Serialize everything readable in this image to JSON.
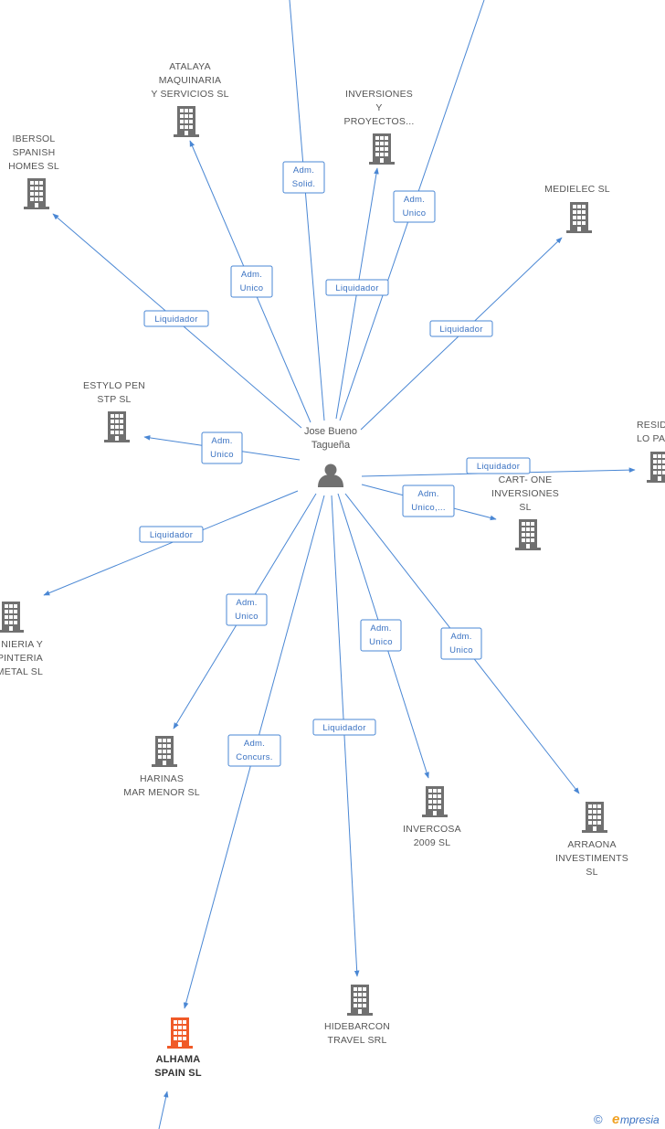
{
  "person": {
    "id": "center",
    "name_lines": [
      "Jose Bueno",
      "Tagueña"
    ],
    "x": 0,
    "y": 0
  },
  "colors": {
    "edge": "#4a87d4",
    "node": "#707070",
    "highlight": "#f05a28",
    "person": "#707070"
  },
  "nodes": [
    {
      "id": "atalaya",
      "label": [
        "ATALAYA",
        "MAQUINARIA",
        "Y SERVICIOS SL"
      ],
      "highlight": false
    },
    {
      "id": "inversiones",
      "label": [
        "INVERSIONES",
        "Y",
        "PROYECTOS..."
      ],
      "highlight": false
    },
    {
      "id": "ibersol",
      "label": [
        "IBERSOL",
        "SPANISH",
        "HOMES SL"
      ],
      "highlight": false
    },
    {
      "id": "medielec",
      "label": [
        "MEDIELEC SL"
      ],
      "highlight": false
    },
    {
      "id": "estylo",
      "label": [
        "ESTYLO PEN",
        "STP SL"
      ],
      "highlight": false
    },
    {
      "id": "resid",
      "label": [
        "RESID",
        "LO PA"
      ],
      "highlight": false
    },
    {
      "id": "cartone",
      "label": [
        "CART- ONE",
        "INVERSIONES",
        "SL"
      ],
      "highlight": false
    },
    {
      "id": "carpinteria",
      "label": [
        "NIERIA Y",
        "PINTERIA",
        "METAL SL"
      ],
      "highlight": false
    },
    {
      "id": "harinas",
      "label": [
        "HARINAS",
        "MAR MENOR SL"
      ],
      "highlight": false
    },
    {
      "id": "invercosa",
      "label": [
        "INVERCOSA",
        "2009 SL"
      ],
      "highlight": false
    },
    {
      "id": "arraona",
      "label": [
        "ARRAONA",
        "INVESTIMENTS",
        "SL"
      ],
      "highlight": false
    },
    {
      "id": "hidebarcon",
      "label": [
        "HIDEBARCON",
        "TRAVEL SRL"
      ],
      "highlight": false
    },
    {
      "id": "alhama",
      "label": [
        "ALHAMA",
        "SPAIN SL"
      ],
      "highlight": true
    }
  ],
  "edges": [
    {
      "id": "e-top1",
      "label": [
        "Adm.",
        "Solid."
      ]
    },
    {
      "id": "e-top2",
      "label": [
        "Adm.",
        "Unico"
      ]
    },
    {
      "id": "e-atalaya",
      "label": [
        "Adm.",
        "Unico"
      ]
    },
    {
      "id": "e-inversiones",
      "label": [
        "Liquidador"
      ]
    },
    {
      "id": "e-ibersol",
      "label": [
        "Liquidador"
      ]
    },
    {
      "id": "e-medielec",
      "label": [
        "Liquidador"
      ]
    },
    {
      "id": "e-estylo",
      "label": [
        "Adm.",
        "Unico"
      ]
    },
    {
      "id": "e-resid",
      "label": [
        "Liquidador"
      ]
    },
    {
      "id": "e-cartone",
      "label": [
        "Adm.",
        "Unico,..."
      ]
    },
    {
      "id": "e-carpinteria",
      "label": [
        "Liquidador"
      ]
    },
    {
      "id": "e-harinas",
      "label": [
        "Adm.",
        "Unico"
      ]
    },
    {
      "id": "e-alhama",
      "label": [
        "Adm.",
        "Concurs."
      ]
    },
    {
      "id": "e-hidebarcon",
      "label": [
        "Liquidador"
      ]
    },
    {
      "id": "e-invercosa",
      "label": [
        "Adm.",
        "Unico"
      ]
    },
    {
      "id": "e-arraona",
      "label": [
        "Adm.",
        "Unico"
      ]
    }
  ],
  "watermark": {
    "copyright": "©",
    "brand_initial": "e",
    "brand_rest": "mpresia"
  }
}
